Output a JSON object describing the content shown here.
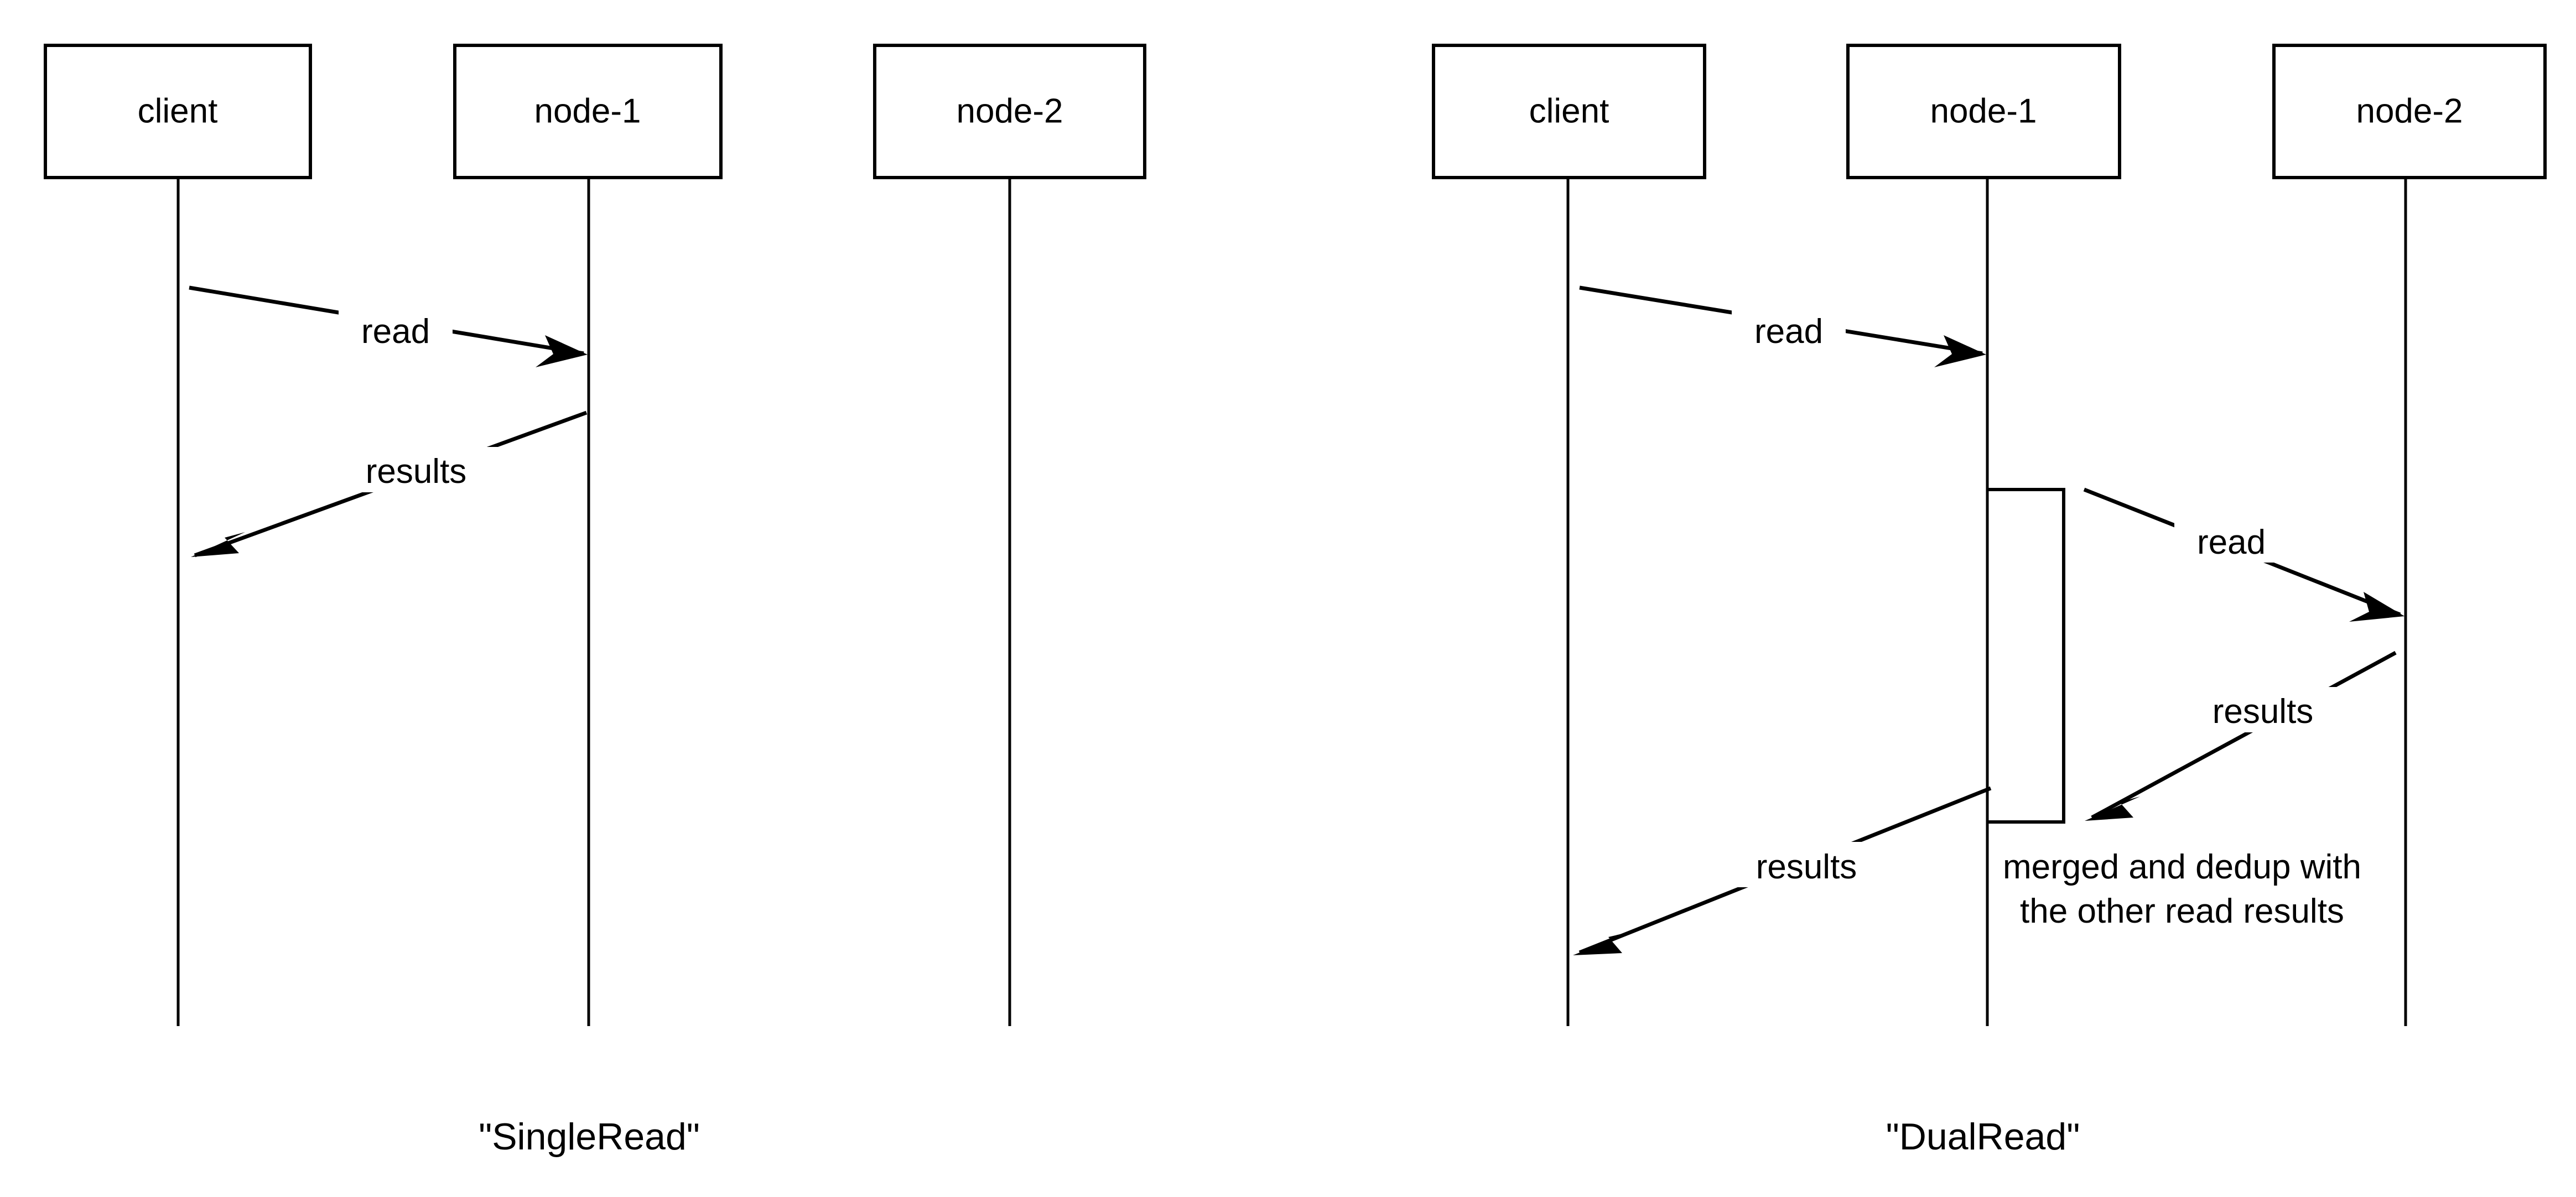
{
  "figure": {
    "background_color": "#ffffff",
    "stroke_color": "#000000",
    "type": "uml-sequence-diagram-pair"
  },
  "diagrams": [
    {
      "id": "single-read",
      "caption": "\"SingleRead\"",
      "participants": [
        {
          "name": "client",
          "label": "client"
        },
        {
          "name": "node-1",
          "label": "node-1"
        },
        {
          "name": "node-2",
          "label": "node-2"
        }
      ],
      "messages": [
        {
          "label": "read",
          "from": "client",
          "to": "node-1",
          "direction": "right"
        },
        {
          "label": "results",
          "from": "node-1",
          "to": "client",
          "direction": "left"
        }
      ],
      "notes": [],
      "activations": []
    },
    {
      "id": "dual-read",
      "caption": "\"DualRead\"",
      "participants": [
        {
          "name": "client",
          "label": "client"
        },
        {
          "name": "node-1",
          "label": "node-1"
        },
        {
          "name": "node-2",
          "label": "node-2"
        }
      ],
      "messages": [
        {
          "label": "read",
          "from": "client",
          "to": "node-1",
          "direction": "right"
        },
        {
          "label": "read",
          "from": "node-1",
          "to": "node-2",
          "direction": "right"
        },
        {
          "label": "results",
          "from": "node-2",
          "to": "node-1",
          "direction": "left"
        },
        {
          "label": "results",
          "from": "node-1",
          "to": "client",
          "direction": "left"
        }
      ],
      "notes": [
        {
          "on": "node-1",
          "line1": "merged and dedup with",
          "line2": "the other read results"
        }
      ],
      "activations": [
        {
          "on": "node-1"
        }
      ]
    }
  ]
}
